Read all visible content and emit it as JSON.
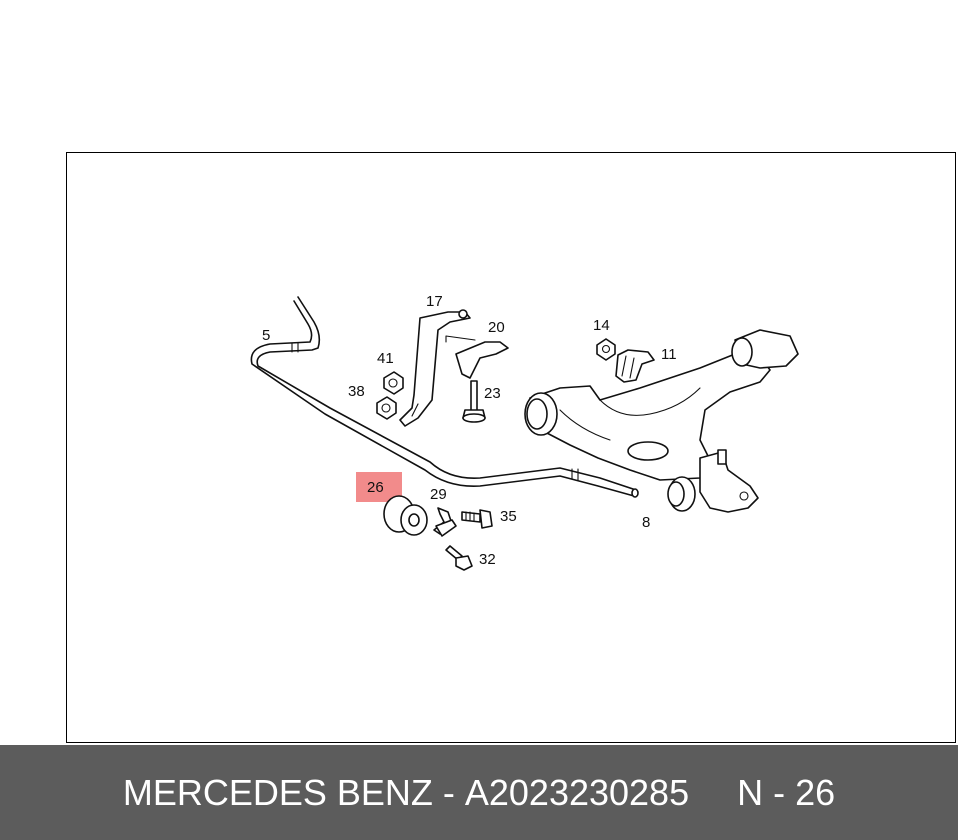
{
  "diagram": {
    "highlight_color": "#f28b8b",
    "callouts": [
      {
        "id": "5",
        "label": "5"
      },
      {
        "id": "17",
        "label": "17"
      },
      {
        "id": "20",
        "label": "20"
      },
      {
        "id": "14",
        "label": "14"
      },
      {
        "id": "11",
        "label": "11"
      },
      {
        "id": "41",
        "label": "41"
      },
      {
        "id": "38",
        "label": "38"
      },
      {
        "id": "23",
        "label": "23"
      },
      {
        "id": "26",
        "label": "26",
        "highlighted": true
      },
      {
        "id": "29",
        "label": "29"
      },
      {
        "id": "35",
        "label": "35"
      },
      {
        "id": "32",
        "label": "32"
      },
      {
        "id": "8",
        "label": "8"
      }
    ]
  },
  "footer": {
    "brand": "MERCEDES BENZ",
    "separator": " - ",
    "part_number": "A2023230285",
    "position_label": "N - 26",
    "background_color": "#5c5c5c"
  }
}
